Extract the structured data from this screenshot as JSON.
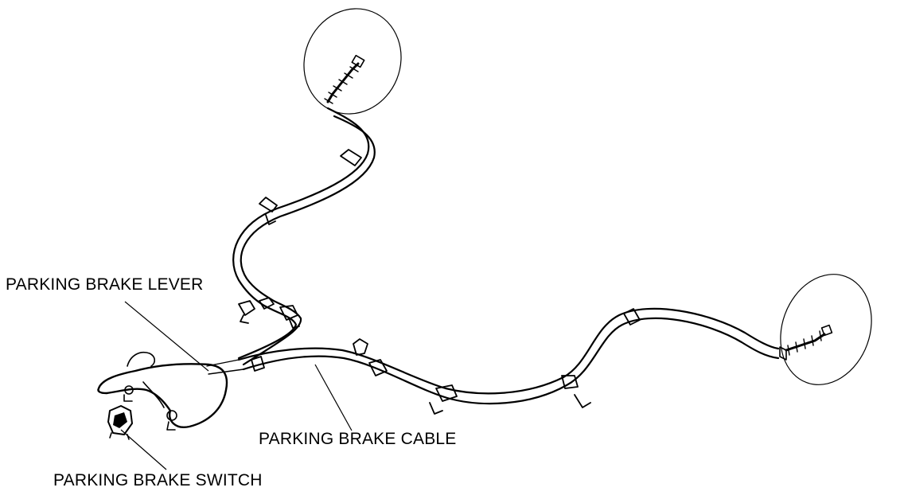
{
  "labels": {
    "lever": "PARKING BRAKE LEVER",
    "cable": "PARKING BRAKE CABLE",
    "switch": "PARKING BRAKE SWITCH"
  },
  "colors": {
    "ink": "#000000",
    "background": "#ffffff"
  }
}
